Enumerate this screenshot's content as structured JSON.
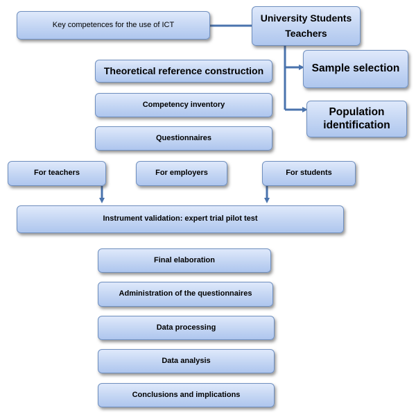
{
  "boxes": {
    "key_competences": "Key competences for the use of ICT",
    "university_students": "University Students",
    "teachers": "Teachers",
    "theoretical_reference": "Theoretical reference construction",
    "sample_selection": "Sample selection",
    "population_identification": "Population identification",
    "competency_inventory": "Competency inventory",
    "questionnaires": "Questionnaires",
    "for_teachers": "For teachers",
    "for_employers": "For employers",
    "for_students": "For students",
    "instrument_validation": "Instrument validation: expert trial pilot test",
    "final_elaboration": "Final elaboration",
    "administration": "Administration of the questionnaires",
    "data_processing": "Data processing",
    "data_analysis": "Data analysis",
    "conclusions": "Conclusions and implications"
  },
  "colors": {
    "connector": "#4a73ad",
    "box_border": "#6f8fbf",
    "box_fill_top": "#dfe9fb",
    "box_fill_bottom": "#aec6ee"
  }
}
